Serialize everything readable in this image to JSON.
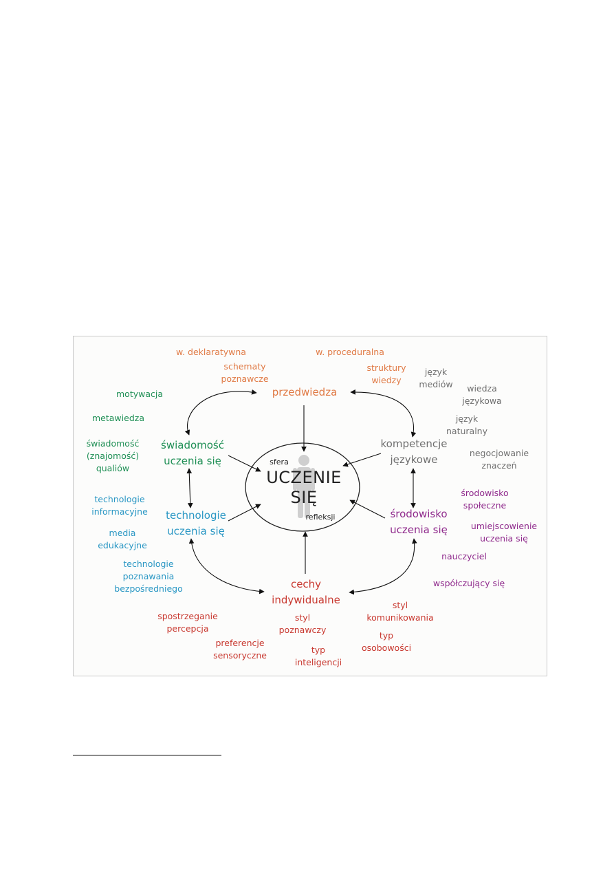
{
  "diagram": {
    "center": {
      "main": "UCZENIE\nSIĘ",
      "sphere_top": "sfera",
      "sphere_bottom": "refleksji"
    },
    "hubs": {
      "przedwiedza": "przedwiedza",
      "kompetencje": "kompetencje\njęzykowe",
      "srodowisko": "środowisko\nuczenia się",
      "cechy": "cechy\nindywidualne",
      "technologie": "technologie\nuczenia się",
      "swiadomosc": "świadomość\nuczenia się"
    },
    "satellites": {
      "w_deklaratywna": "w. deklaratywna",
      "schematy": "schematy\npoznawcze",
      "w_proceduralna": "w. proceduralna",
      "struktury": "struktury\nwiedzy",
      "jezyk_mediow": "język\nmediów",
      "wiedza_jezykowa": "wiedza\njęzykowa",
      "jezyk_naturalny": "język\nnaturalny",
      "negocjowanie": "negocjowanie\nznaczeń",
      "srodowisko_spoleczne": "środowisko\nspołeczne",
      "umiejscowienie": "umiejscowienie\nuczenia się",
      "nauczyciel": "nauczyciel",
      "wspolczujacy": "współczujący się",
      "motywacja": "motywacja",
      "metawiedza": "metawiedza",
      "swiadomosc_qualiow": "świadomość\n(znajomość)\nqualiów",
      "technologie_informacyjne": "technologie\ninformacyjne",
      "media_edukacyjne": "media\nedukacyjne",
      "technologie_poznawania": "technologie\npoznawania\nbezpośredniego",
      "spostrzeganie": "spostrzeganie\npercepcja",
      "preferencje": "preferencje\nsensoryczne",
      "styl_poznawczy": "styl\npoznawczy",
      "typ_inteligencji": "typ\ninteligencji",
      "styl_komunikowania": "styl\nkomunikowania",
      "typ_osobowosci": "typ\nosobowości"
    },
    "colors": {
      "orange": "#e07a45",
      "green": "#1f8f55",
      "blue": "#2a97c4",
      "purple": "#8f2a8c",
      "red": "#c8382f",
      "gray": "#6f6f6f",
      "figure_silhouette": "#cfcfcf"
    }
  }
}
